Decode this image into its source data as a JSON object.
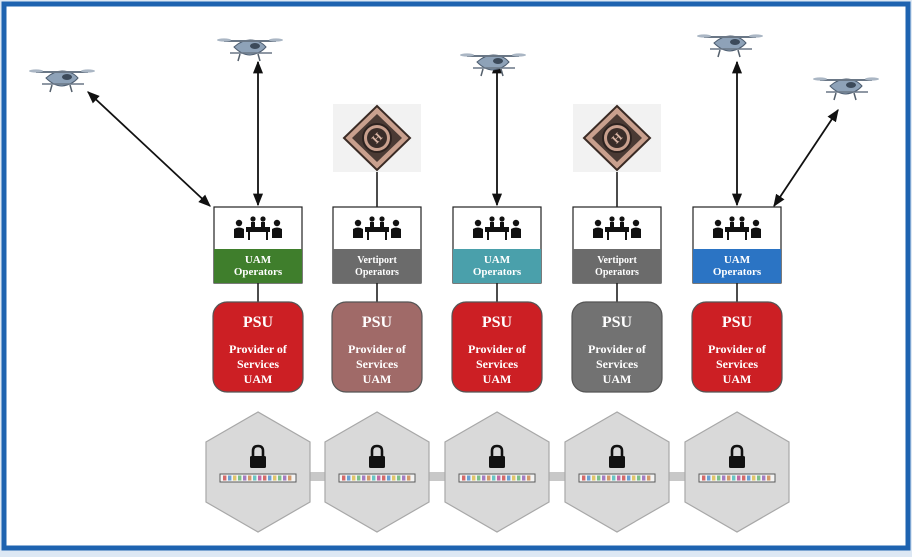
{
  "columns": [
    {
      "operator_lines": [
        "UAM",
        "Operators"
      ],
      "operator_color": "#3f7e2c",
      "psu_color": "#cc1f24",
      "top": "drone"
    },
    {
      "operator_lines": [
        "Vertiport",
        "Operators"
      ],
      "operator_color": "#6b6b6b",
      "psu_color": "#a06a68",
      "top": "vertiport"
    },
    {
      "operator_lines": [
        "UAM",
        "Operators"
      ],
      "operator_color": "#4aa0ab",
      "psu_color": "#cc1f24",
      "top": "drone"
    },
    {
      "operator_lines": [
        "Vertiport",
        "Operators"
      ],
      "operator_color": "#6b6b6b",
      "psu_color": "#727272",
      "top": "vertiport"
    },
    {
      "operator_lines": [
        "UAM",
        "Operators"
      ],
      "operator_color": "#2b74c4",
      "psu_color": "#cc1f24",
      "top": "drone"
    }
  ],
  "psu": {
    "title": "PSU",
    "desc_lines": [
      "Provider of",
      "Services",
      "UAM"
    ]
  },
  "icons": {
    "drone": "drone-icon",
    "vertiport": "helipad-icon",
    "operators": "meeting-table-icon",
    "lock": "lock-icon",
    "ledger": "blockchain-bar-icon"
  },
  "colors": {
    "frame": "#1e63b0",
    "background": "#dde8f4",
    "panel": "#ffffff",
    "hexagon": "#d9d9d9",
    "hex_stroke": "#a8a8a8",
    "connector": "#c8c8c8"
  }
}
